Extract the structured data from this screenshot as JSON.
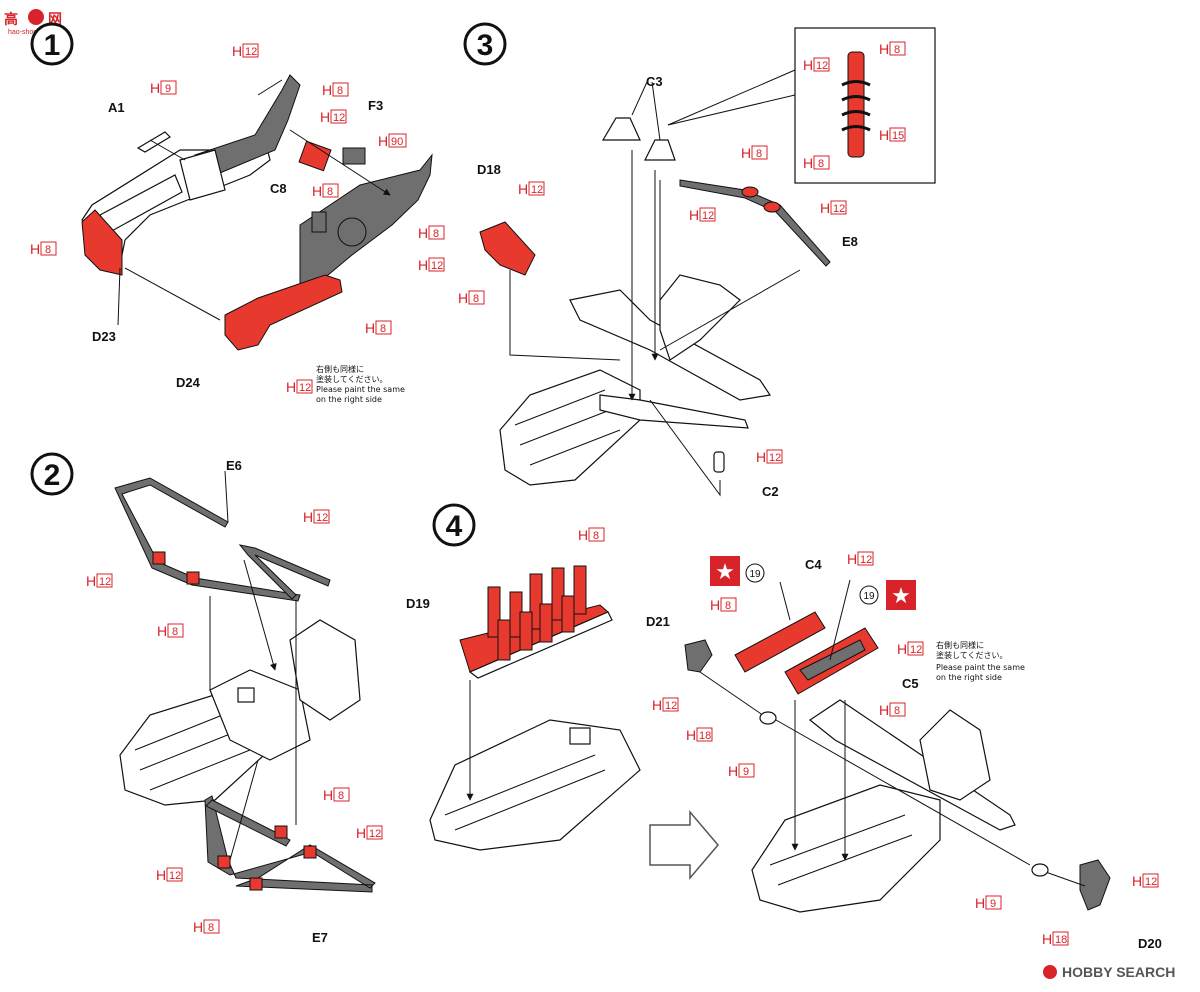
{
  "watermark_top": {
    "chars": "高",
    "chars2": "网",
    "url": "hao-shop.com"
  },
  "brand": {
    "name": "HOBBY SEARCH"
  },
  "notes": {
    "right_side_jp": "右側も同様に",
    "right_side_jp2": "塗装してください。",
    "right_side_en": "Please paint the same",
    "right_side_en2": "on the right side"
  },
  "steps": [
    {
      "id": "step1",
      "number": "1"
    },
    {
      "id": "step2",
      "number": "2"
    },
    {
      "id": "step3",
      "number": "3"
    },
    {
      "id": "step4",
      "number": "4"
    }
  ],
  "decal_number": "19",
  "parts": {
    "A1": "A1",
    "F3": "F3",
    "C8": "C8",
    "D23": "D23",
    "D24": "D24",
    "E6": "E6",
    "E7": "E7",
    "C3": "C3",
    "D18": "D18",
    "E8": "E8",
    "C2": "C2",
    "D19": "D19",
    "C4": "C4",
    "C5": "C5",
    "D21": "D21",
    "D20": "D20"
  },
  "paint": {
    "letter": "H",
    "c8": "8",
    "c9": "9",
    "c12": "12",
    "c15": "15",
    "c18": "18",
    "c90": "90"
  }
}
